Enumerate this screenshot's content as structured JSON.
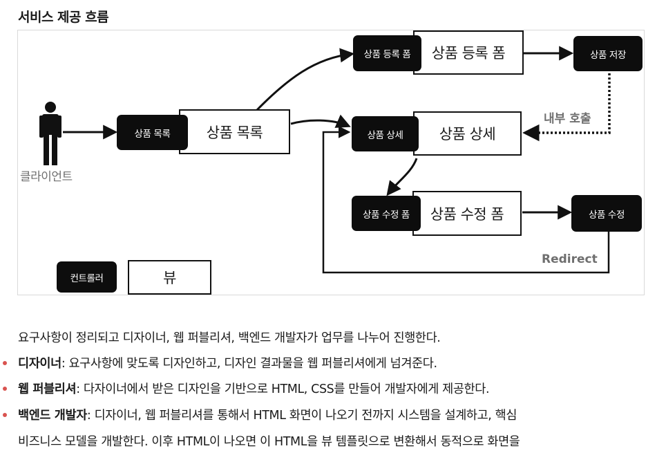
{
  "heading": "서비스 제공 흐름",
  "diagram": {
    "client_label": "클라이언트",
    "product_list": {
      "controller": "상품 목록",
      "view": "상품 목록"
    },
    "product_reg": {
      "controller": "상품 등록 폼",
      "view": "상품 등록 폼"
    },
    "product_detail": {
      "controller": "상품 상세",
      "view": "상품 상세"
    },
    "product_edit": {
      "controller": "상품 수정 폼",
      "view": "상품 수정 폼"
    },
    "product_save": "상품 저장",
    "product_update": "상품 수정",
    "internal_call": "내부 호출",
    "redirect": "Redirect",
    "legend": {
      "controller": "컨트롤러",
      "view": "뷰"
    }
  },
  "text": {
    "intro": "요구사항이 정리되고 디자이너, 웹 퍼블리셔, 백엔드 개발자가 업무를 나누어 진행한다.",
    "designer_title": "디자이너",
    "designer_body": ": 요구사항에 맞도록 디자인하고, 디자인 결과물을 웹 퍼블리셔에게 넘겨준다.",
    "publisher_title": "웹 퍼블리셔",
    "publisher_body": ": 다자이너에서 받은 디자인을 기반으로 HTML, CSS를 만들어 개발자에게 제공한다.",
    "backend_title": "백엔드 개발자",
    "backend_body": ": 디자이너, 웹 퍼블리셔를 통해서 HTML 화면이 나오기 전까지 시스템을 설계하고, 핵심",
    "backend_body2": "비즈니스 모델을 개발한다. 이후 HTML이 나오면 이 HTML을 뷰 템플릿으로 변환해서 동적으로 화면을"
  },
  "colors": {
    "controller_bg": "#0d0d0d",
    "bullet": "#d9534f",
    "gray_label": "#6f6f6f"
  }
}
